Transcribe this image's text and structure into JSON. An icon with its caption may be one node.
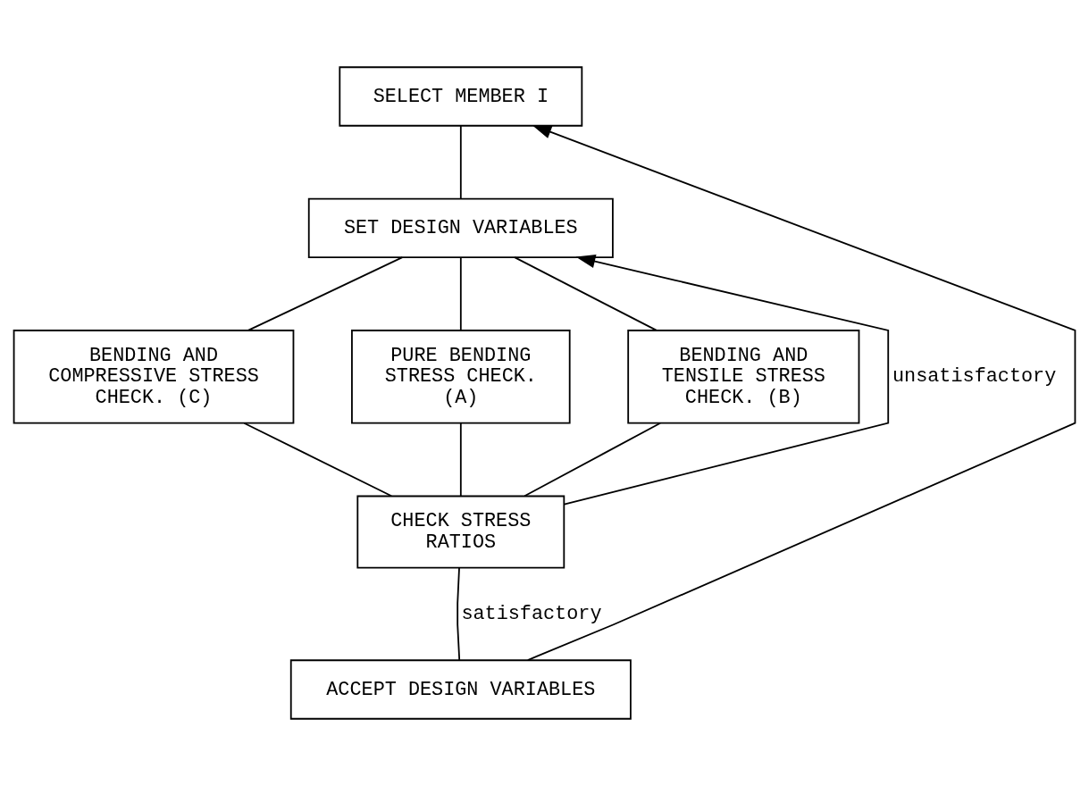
{
  "diagram": {
    "nodes": [
      {
        "text": [
          "SELECT MEMBER I"
        ]
      },
      {
        "text": [
          "SET DESIGN VARIABLES"
        ]
      },
      {
        "text": [
          "BENDING AND COMPRESSIVE STRESS CHECK. (C)"
        ]
      },
      {
        "text": [
          "PURE BENDING STRESS CHECK. (A)"
        ]
      },
      {
        "text": [
          "BENDING AND TENSILE STRESS CHECK. (B)"
        ]
      },
      {
        "text": [
          "CHECK STRESS RATIOS"
        ]
      },
      {
        "text": [
          "ACCEPT DESIGN VARIABLES"
        ]
      }
    ],
    "edges": [
      {
        "from": 0,
        "to": 1,
        "arrow": "none"
      },
      {
        "from": 1,
        "to": 2,
        "arrow": "none"
      },
      {
        "from": 1,
        "to": 3,
        "arrow": "none"
      },
      {
        "from": 1,
        "to": 4,
        "arrow": "none"
      },
      {
        "from": 2,
        "to": 5,
        "arrow": "none"
      },
      {
        "from": 3,
        "to": 5,
        "arrow": "none"
      },
      {
        "from": 4,
        "to": 5,
        "arrow": "none"
      },
      {
        "from": 5,
        "to": 1,
        "arrow": "to",
        "label": "unsatisfactory"
      },
      {
        "from": 5,
        "to": 6,
        "arrow": "none",
        "label": "satisfactory"
      },
      {
        "from": 6,
        "to": 0,
        "arrow": "to"
      }
    ]
  }
}
